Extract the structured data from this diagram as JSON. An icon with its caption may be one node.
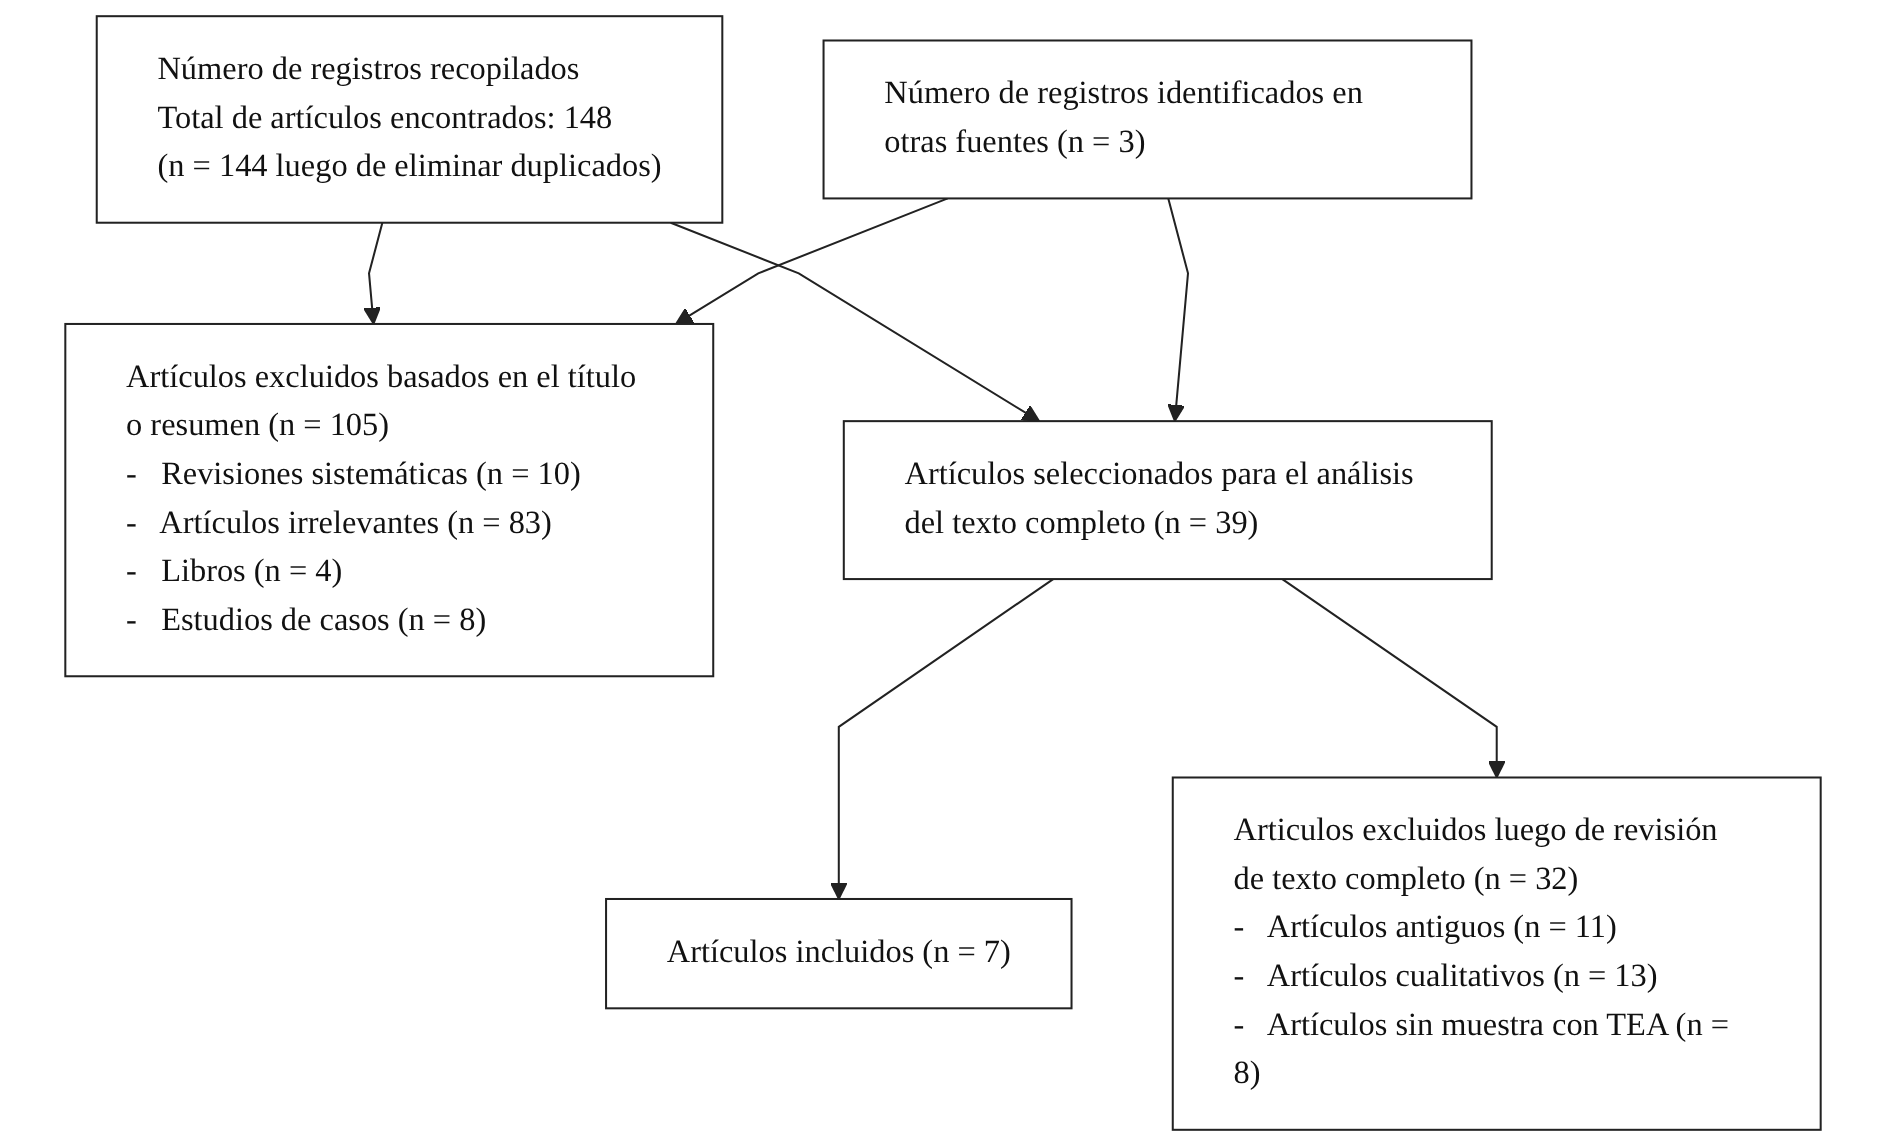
{
  "diagram": {
    "nodes": [
      {
        "text": [
          "Número de registros recopilados",
          "Total de artículos encontrados: 148",
          "(n = 144 luego de eliminar duplicados)"
        ]
      },
      {
        "text": [
          "Número de registros identificados en otras fuentes (n = 3)"
        ]
      },
      {
        "text": [
          "Artículos excluidos basados en el título o resumen (n = 105)",
          "-   Revisiones sistemáticas (n = 10)",
          "-   Artículos irrelevantes (n = 83)",
          "-   Libros (n = 4)",
          "-   Estudios de casos (n = 8)"
        ]
      },
      {
        "text": [
          "Artículos seleccionados para el análisis del texto completo (n = 39)"
        ]
      },
      {
        "text": [
          "Articulos excluidos luego de revisión de texto completo (n = 32)",
          "-   Artículos antiguos (n = 11)",
          "-   Artículos cualitativos (n = 13)",
          "-   Artículos sin muestra con TEA (n = 8)"
        ]
      },
      {
        "text": [
          "Artículos incluidos (n = 7)"
        ]
      }
    ],
    "edges": [
      {
        "from": 0,
        "to": 3,
        "arrow": "to"
      },
      {
        "from": 1,
        "to": 3,
        "arrow": "to"
      },
      {
        "from": 0,
        "to": 2,
        "arrow": "to"
      },
      {
        "from": 1,
        "to": 2,
        "arrow": "to"
      },
      {
        "from": 3,
        "to": 5,
        "arrow": "to"
      },
      {
        "from": 3,
        "to": 4,
        "arrow": "to"
      }
    ]
  }
}
